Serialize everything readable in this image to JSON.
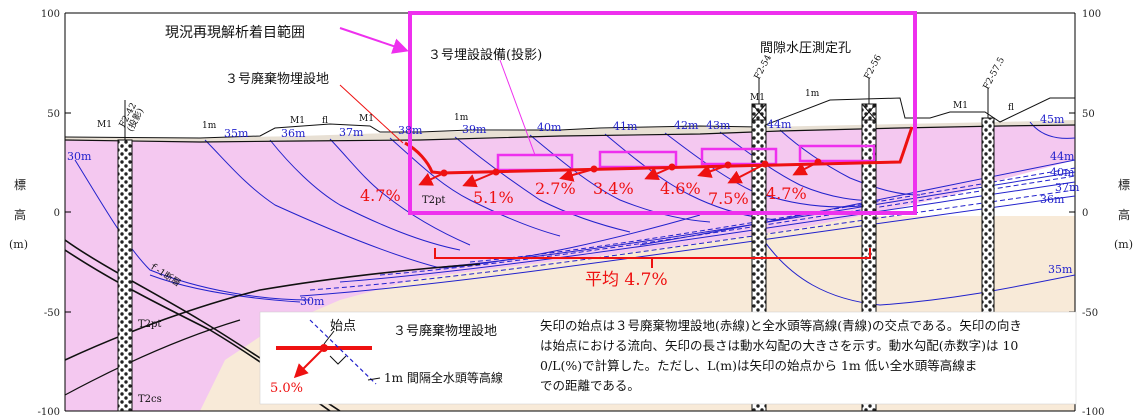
{
  "axes": {
    "left_ticks": [
      "100",
      "50",
      "0",
      "-50",
      "-100"
    ],
    "right_ticks": [
      "100",
      "50",
      "0",
      "-50",
      "-100"
    ],
    "y_label_chars": [
      "標",
      "高",
      "(m)"
    ]
  },
  "annotations": {
    "analysis_range": "現況再現解析着目範囲",
    "facility": "３号埋設設備(投影)",
    "pore_pressure": "間隙水圧測定孔",
    "landfill": "３号廃棄物埋設地",
    "average": "平均 4.7%"
  },
  "boreholes": [
    "F2-42\n(投影)",
    "F2-54",
    "F2-56",
    "F2-57.5"
  ],
  "gradients": [
    "4.7%",
    "5.1%",
    "2.7%",
    "3.4%",
    "4.6%",
    "7.5%",
    "4.7%"
  ],
  "contours": {
    "top": [
      "35m",
      "36m",
      "37m",
      "38m",
      "39m",
      "40m",
      "41m",
      "42m",
      "43m",
      "44m",
      "45m"
    ],
    "left_30": "30m",
    "bottom_30": "30m",
    "right": [
      "44m",
      "40m",
      "37m",
      "36m",
      "35m"
    ]
  },
  "surface_labels": [
    "M1",
    "1m",
    "fl",
    "M1",
    "M1",
    "1m",
    "1m",
    "M1",
    "fl",
    "M1"
  ],
  "strata": [
    "T2pt",
    "T2pt",
    "T2cs",
    "ｆ-1断層"
  ],
  "legend": {
    "start_point": "始点",
    "landfill": "３号廃棄物埋設地",
    "contour_line": "1m 間隔全水頭等高線",
    "example_value": "5.0%",
    "description": "矢印の始点は３号廃棄物埋設地(赤線)と全水頭等高線(青線)の交点である。矢印の向きは始点における流向、矢印の長さは動水勾配の大きさを示す。動水勾配(赤数字)は 100/L(%)で計算した。ただし、L(m)は矢印の始点から 1m 低い全水頭等高線までの距離である。"
  },
  "colors": {
    "pink": "#f4c8f0",
    "sand": "#f8ead8",
    "magenta": "#ee30ee",
    "red": "#ee1111",
    "blue": "#2222cc"
  }
}
